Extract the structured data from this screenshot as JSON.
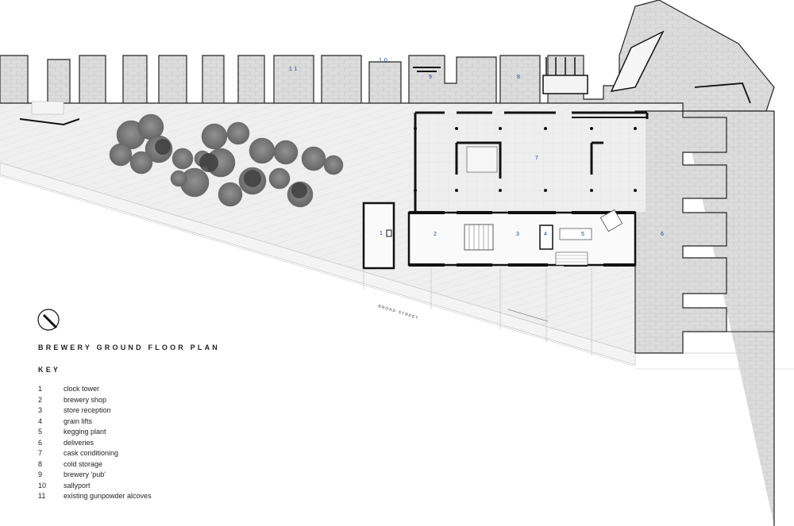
{
  "plan": {
    "title": "BREWERY GROUND FLOOR PLAN",
    "street_label": "BROAD STREET",
    "room_numbers": [
      "1",
      "2",
      "3",
      "4",
      "5",
      "6",
      "7",
      "8",
      "9",
      "10",
      "11"
    ]
  },
  "key": {
    "heading": "KEY",
    "items": [
      {
        "num": "1",
        "label": "clock tower"
      },
      {
        "num": "2",
        "label": "brewery shop"
      },
      {
        "num": "3",
        "label": "store reception"
      },
      {
        "num": "4",
        "label": "grain lifts"
      },
      {
        "num": "5",
        "label": "kegging plant"
      },
      {
        "num": "6",
        "label": "deliveries"
      },
      {
        "num": "7",
        "label": "cask conditioning"
      },
      {
        "num": "8",
        "label": "cold storage"
      },
      {
        "num": "9",
        "label": "brewery 'pub'"
      },
      {
        "num": "10",
        "label": "sallyport"
      },
      {
        "num": "11",
        "label": "existing gunpowder alcoves"
      }
    ]
  },
  "colors": {
    "wall_fill": "#d9d9d9",
    "floor_fill": "#ececec",
    "room_number": "#1f3a93",
    "tree": "#6f6f6f"
  }
}
